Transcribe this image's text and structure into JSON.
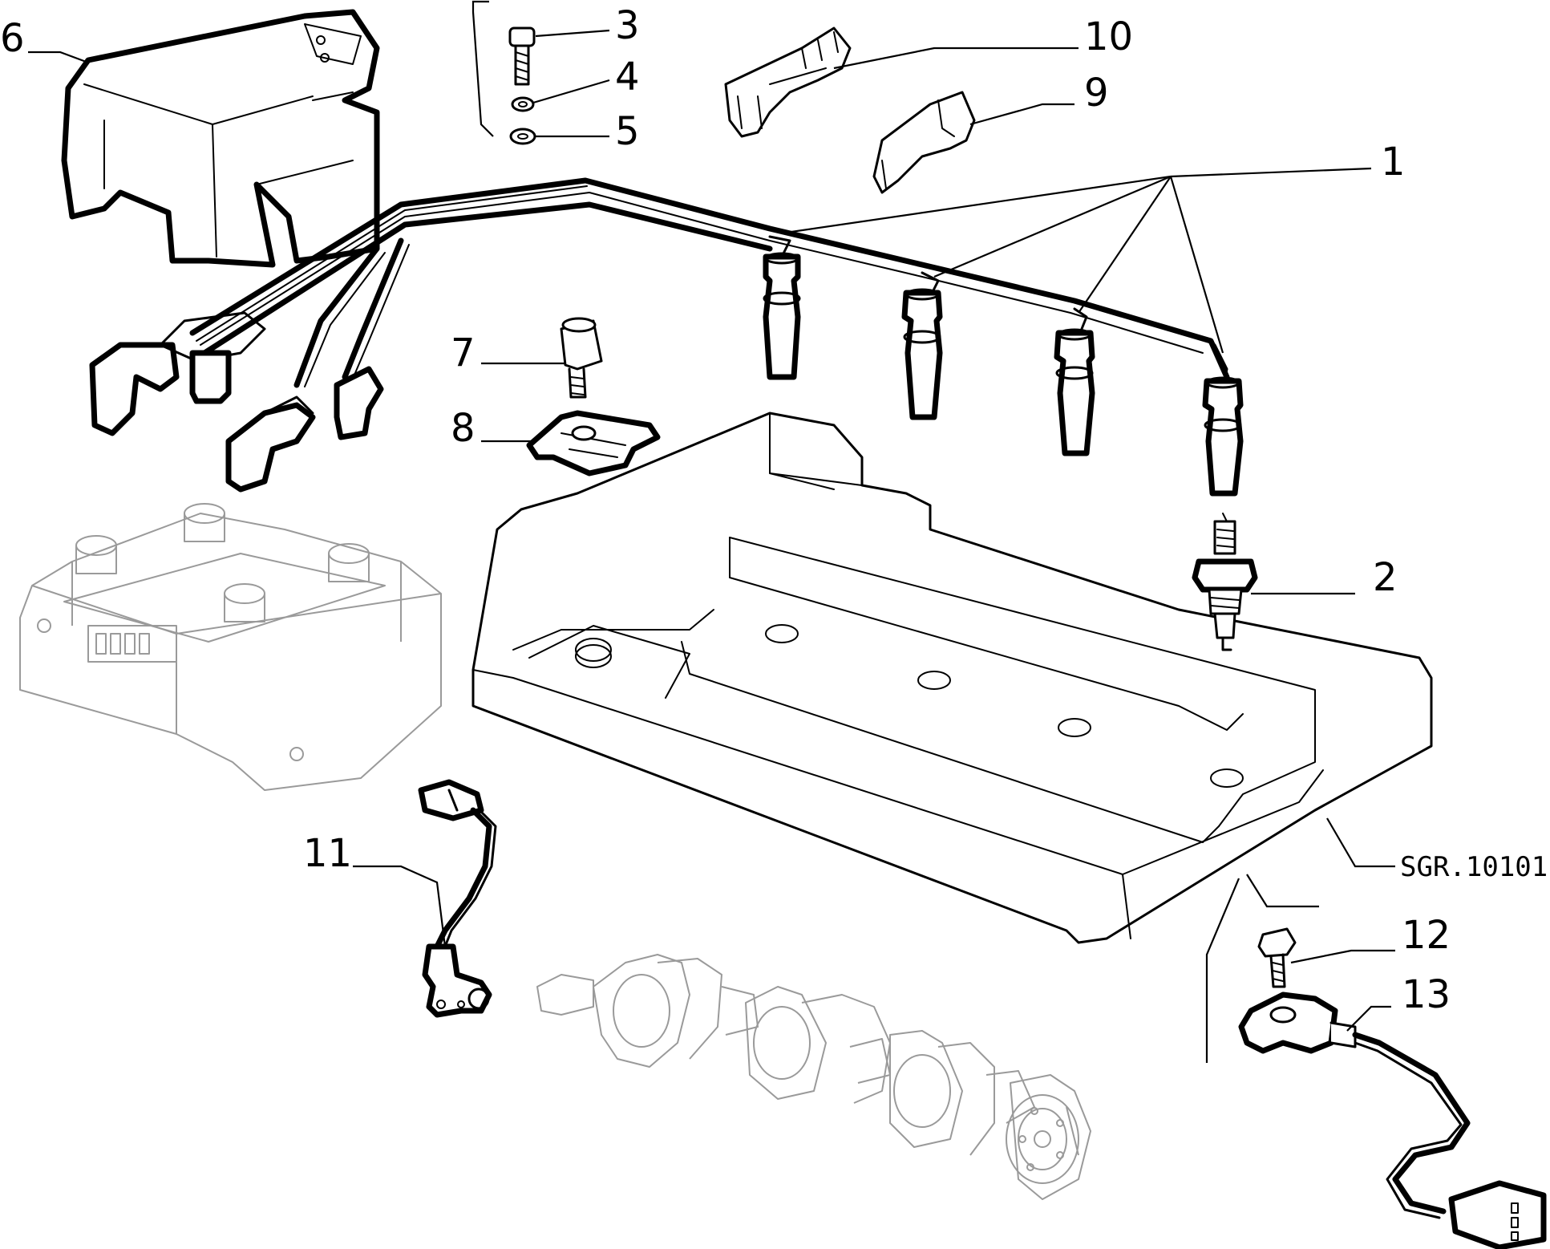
{
  "diagram": {
    "callouts": [
      {
        "id": "c1",
        "label": "1"
      },
      {
        "id": "c2",
        "label": "2"
      },
      {
        "id": "c3",
        "label": "3"
      },
      {
        "id": "c4",
        "label": "4"
      },
      {
        "id": "c5",
        "label": "5"
      },
      {
        "id": "c6",
        "label": "6"
      },
      {
        "id": "c7",
        "label": "7"
      },
      {
        "id": "c8",
        "label": "8"
      },
      {
        "id": "c9",
        "label": "9"
      },
      {
        "id": "c10",
        "label": "10"
      },
      {
        "id": "c11",
        "label": "11"
      },
      {
        "id": "c12",
        "label": "12"
      },
      {
        "id": "c13",
        "label": "13"
      }
    ],
    "reference_code": "SGR.10101"
  }
}
